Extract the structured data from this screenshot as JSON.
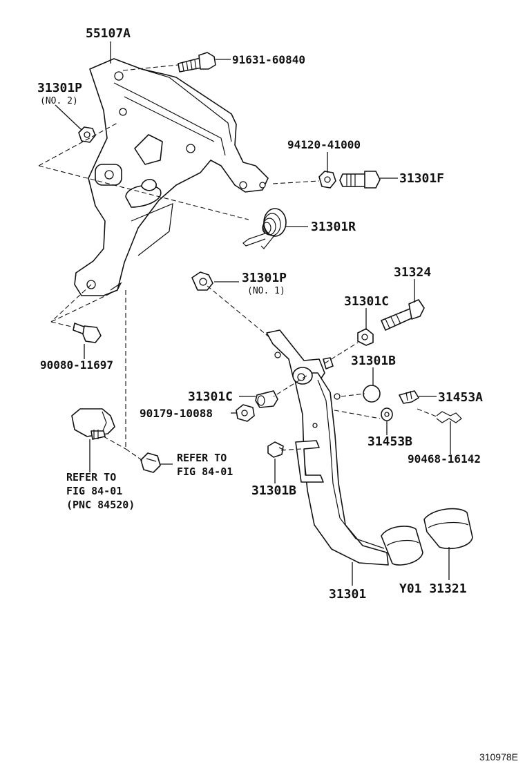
{
  "figure_number": "310978E",
  "labels": {
    "p55107a": "55107A",
    "p91631": "91631-60840",
    "p31301p_top": "31301P",
    "no2": "(NO. 2)",
    "p94120": "94120-41000",
    "p31301f": "31301F",
    "p31301r": "31301R",
    "p31301p_mid": "31301P",
    "no1": "(NO. 1)",
    "p31324": "31324",
    "p31301c_top": "31301C",
    "p31301b_top": "31301B",
    "p90080": "90080-11697",
    "p31301c_mid": "31301C",
    "p90179": "90179-10088",
    "p31453a": "31453A",
    "p31453b": "31453B",
    "p90468": "90468-16142",
    "refer_right_1": "REFER TO",
    "refer_right_2": "FIG 84-01",
    "refer_left_1": "REFER TO",
    "refer_left_2": "FIG 84-01",
    "refer_left_3": "(PNC 84520)",
    "p31301b_bot": "31301B",
    "p31301": "31301",
    "p31321": "Y01 31321"
  }
}
